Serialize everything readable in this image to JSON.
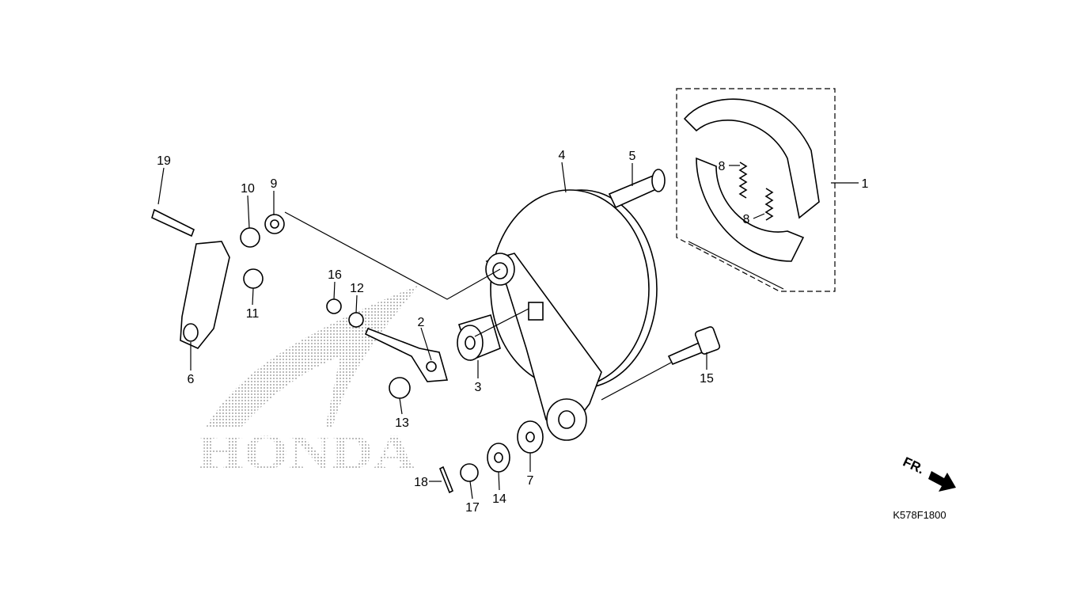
{
  "diagram": {
    "callouts": [
      "1",
      "2",
      "3",
      "4",
      "5",
      "6",
      "7",
      "8",
      "8",
      "9",
      "10",
      "11",
      "12",
      "13",
      "14",
      "15",
      "16",
      "17",
      "18",
      "19"
    ],
    "direction_label": "FR.",
    "diagram_code": "K578F1800",
    "watermark_text": "HONDA"
  }
}
